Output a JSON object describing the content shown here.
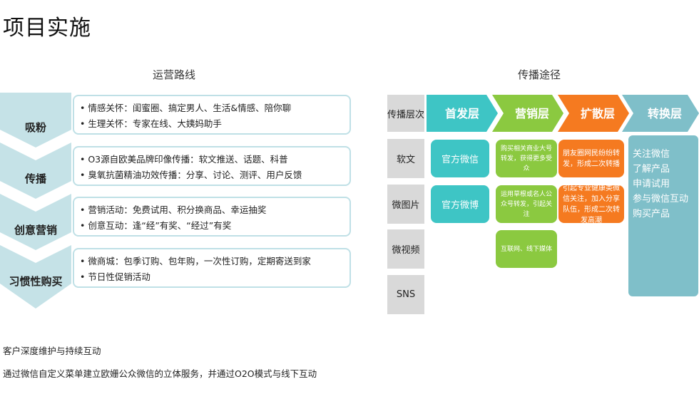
{
  "page_title": "项目实施",
  "operations": {
    "title": "运营路线",
    "stages": [
      {
        "label": "吸粉",
        "items": [
          "• 情感关怀：闺蜜圈、搞定男人、生活&情感、陪你聊",
          "• 生理关怀：专家在线、大姨妈助手"
        ]
      },
      {
        "label": "传播",
        "items": [
          "• O3源自欧美品牌印像传播：软文推送、话题、科普",
          "• 臭氧抗菌精油功效传播：分享、讨论、测评、用户反馈"
        ]
      },
      {
        "label": "创意营销",
        "items": [
          "• 营销活动：免费试用、积分换商品、幸运抽奖",
          "• 创意互动：逢“经”有奖、“经过”有奖"
        ]
      },
      {
        "label": "习惯性购买",
        "items": [
          "• 微商城：包季订购、包年购，一次性订购，定期寄送到家",
          "• 节日性促销活动"
        ]
      }
    ]
  },
  "path": {
    "title": "传播途径",
    "header_label": "传播层次",
    "layers": [
      "首发层",
      "营销层",
      "扩散层",
      "转换层"
    ],
    "layer_colors": [
      "#3ec5c5",
      "#8bc940",
      "#f57a20",
      "#7fbfc9"
    ],
    "rows": [
      "软文",
      "微图片",
      "微视频",
      "SNS"
    ],
    "first_layer": [
      "官方微信",
      "官方微博"
    ],
    "marketing_layer": [
      "购买相关商业大号转发，获得更多受众",
      "运用草根或名人公众号转发，引起关注",
      "互联网、线下媒体"
    ],
    "spread_layer": [
      "朋友圈网民纷纷转发，形成二次转播",
      "引起专业健康类微信关注，加入分享队伍，形成二次转发高潮"
    ],
    "convert_layer": [
      "关注微信",
      "了解产品",
      "申请试用",
      "参与微信互动",
      "购买产品"
    ]
  },
  "footer": {
    "line1": "客户深度维护与持续互动",
    "line2": "通过微信自定义菜单建立欧姗公众微信的立体服务，并通过O2O模式与线下互动"
  }
}
